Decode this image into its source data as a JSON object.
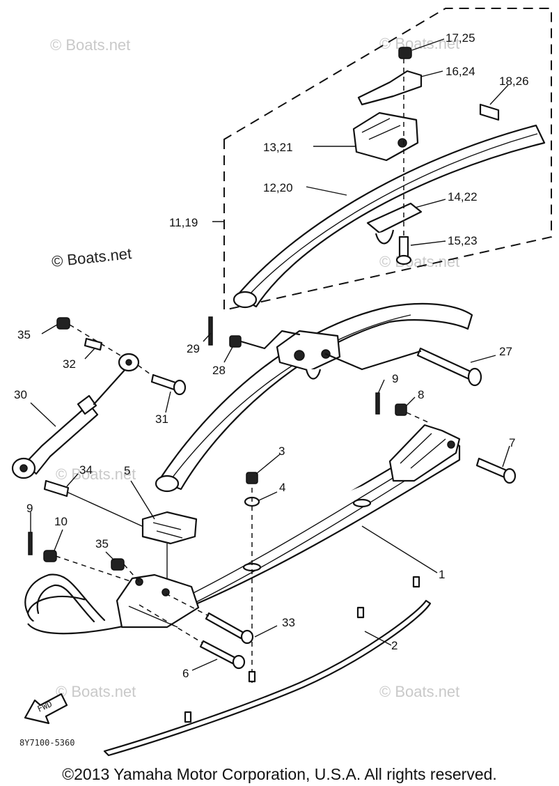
{
  "labels": {
    "l17_25": "17,25",
    "l16_24": "16,24",
    "l18_26": "18,26",
    "l13_21": "13,21",
    "l12_20": "12,20",
    "l14_22": "14,22",
    "l11_19": "11,19",
    "l15_23": "15,23",
    "l35a": "35",
    "l29": "29",
    "l32": "32",
    "l28": "28",
    "l27": "27",
    "l30": "30",
    "l31": "31",
    "l9a": "9",
    "l8": "8",
    "l3": "3",
    "l34": "34",
    "l5": "5",
    "l4": "4",
    "l7": "7",
    "l9b": "9",
    "l10": "10",
    "l35b": "35",
    "l1": "1",
    "l33": "33",
    "l2": "2",
    "l6": "6"
  },
  "watermarks": {
    "w1": "© Boats.net",
    "w2": "© Boats.net",
    "w3": "© Boats.net",
    "w4": "© Boats.net",
    "w5": "© Boats.net",
    "w6": "© Boats.net",
    "w7": "© Boats.net"
  },
  "fwd_arrow": "FWD",
  "diagram_code": "8Y7100-5360",
  "copyright": "©2013 Yamaha Motor Corporation, U.S.A. All rights reserved.",
  "colors": {
    "ink": "#111111",
    "watermark": "#c9c9c9",
    "background": "#ffffff"
  }
}
